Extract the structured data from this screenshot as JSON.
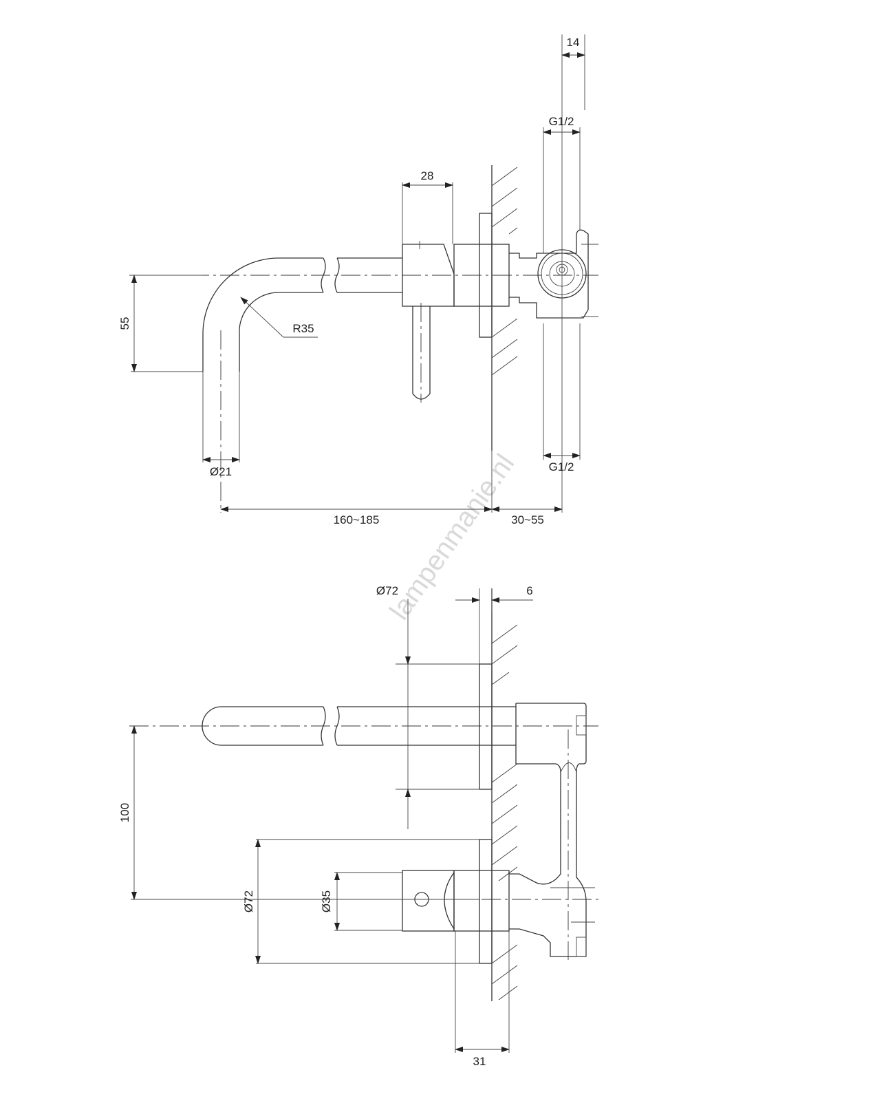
{
  "top_view": {
    "dims": {
      "d14": "14",
      "g12_top": "G1/2",
      "d28": "28",
      "d55": "55",
      "r35": "R35",
      "d21": "Ø21",
      "g12_bottom": "G1/2",
      "d160_185": "160~185",
      "d30_55": "30~55"
    }
  },
  "bottom_view": {
    "dims": {
      "d72_top": "Ø72",
      "d6": "6",
      "d100": "100",
      "d72_side": "Ø72",
      "d35": "Ø35",
      "d31": "31"
    }
  },
  "watermark": "lampenmanie.nl"
}
